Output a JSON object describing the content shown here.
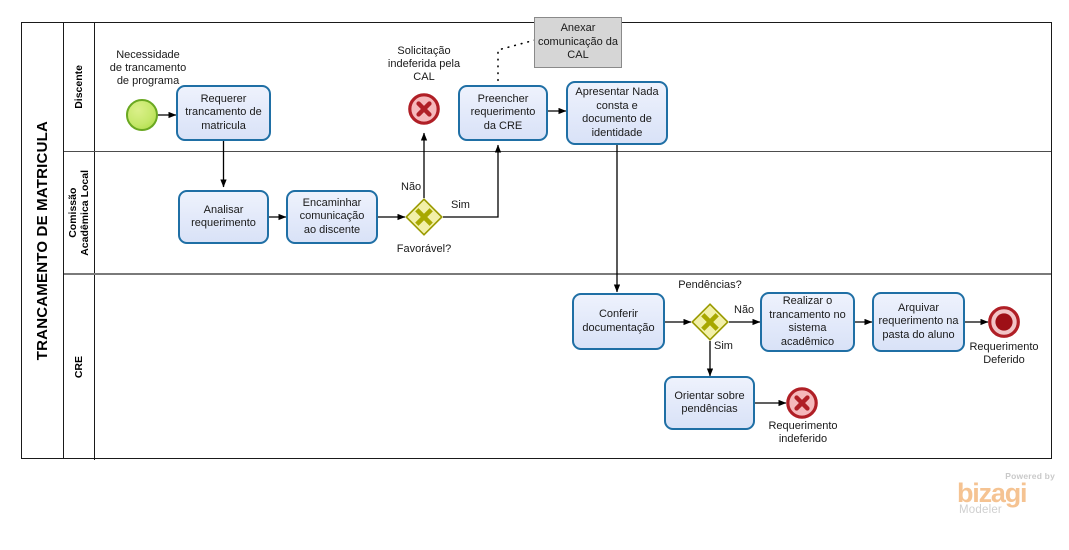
{
  "pool": {
    "title": "TRANCAMENTO DE MATRICULA",
    "lanes": [
      {
        "name": "Discente"
      },
      {
        "name": "Comissão\nAcadêmica Local"
      },
      {
        "name": "CRE"
      }
    ]
  },
  "nodes": {
    "start_necessidade_label": "Necessidade\nde trancamento\nde programa",
    "task_requerer": "Requerer\ntrancamento de\nmatricula",
    "task_analisar": "Analisar\nrequerimento",
    "task_encaminhar": "Encaminhar\ncomunicação\nao discente",
    "gateway_favoravel_label": "Favorável?",
    "error_solicitacao_label": "Solicitação\nindeferida pela\nCAL",
    "annotation_anexar": "Anexar\ncomunicação\nda CAL",
    "task_preencher": "Preencher\nrequerimento\nda CRE",
    "task_apresentar": "Apresentar\nNada consta e\ndocumento de\nidentidade",
    "task_conferir": "Conferir\ndocumentação",
    "gateway_pendencias_label": "Pendências?",
    "task_realizar": "Realizar o\ntrancamento no\nsistema\nacadêmico",
    "task_arquivar": "Arquivar\nrequerimento\nna pasta do\naluno",
    "end_deferido_label": "Requerimento\nDeferido",
    "task_orientar": "Orientar sobre\npendências",
    "error_indeferido_label": "Requerimento\nindeferido"
  },
  "flow_labels": {
    "nao_favoravel": "Não",
    "sim_favoravel": "Sim",
    "nao_pendencias": "Não",
    "sim_pendencias": "Sim"
  },
  "branding": {
    "powered_by": "Powered by",
    "wordmark": "bizagi",
    "product": "Modeler"
  },
  "colors": {
    "task_border": "#1f6fa5",
    "task_fill": "#e2e9fa",
    "gateway_fill": "#f2f0a8",
    "gateway_stroke": "#9a9a00",
    "gateway_symbol": "#a8a800",
    "start_fill": "#c6e86b",
    "start_stroke": "#6aa821",
    "error_fill": "#f5b8bb",
    "error_stroke": "#b01f26",
    "end_fill": "#9e0f16",
    "end_stroke": "#b01f26",
    "annotation_fill": "#d6d6d6",
    "pool_border": "#1a1a1a",
    "flow_line": "#000000",
    "brand_orange": "#f5c392"
  }
}
